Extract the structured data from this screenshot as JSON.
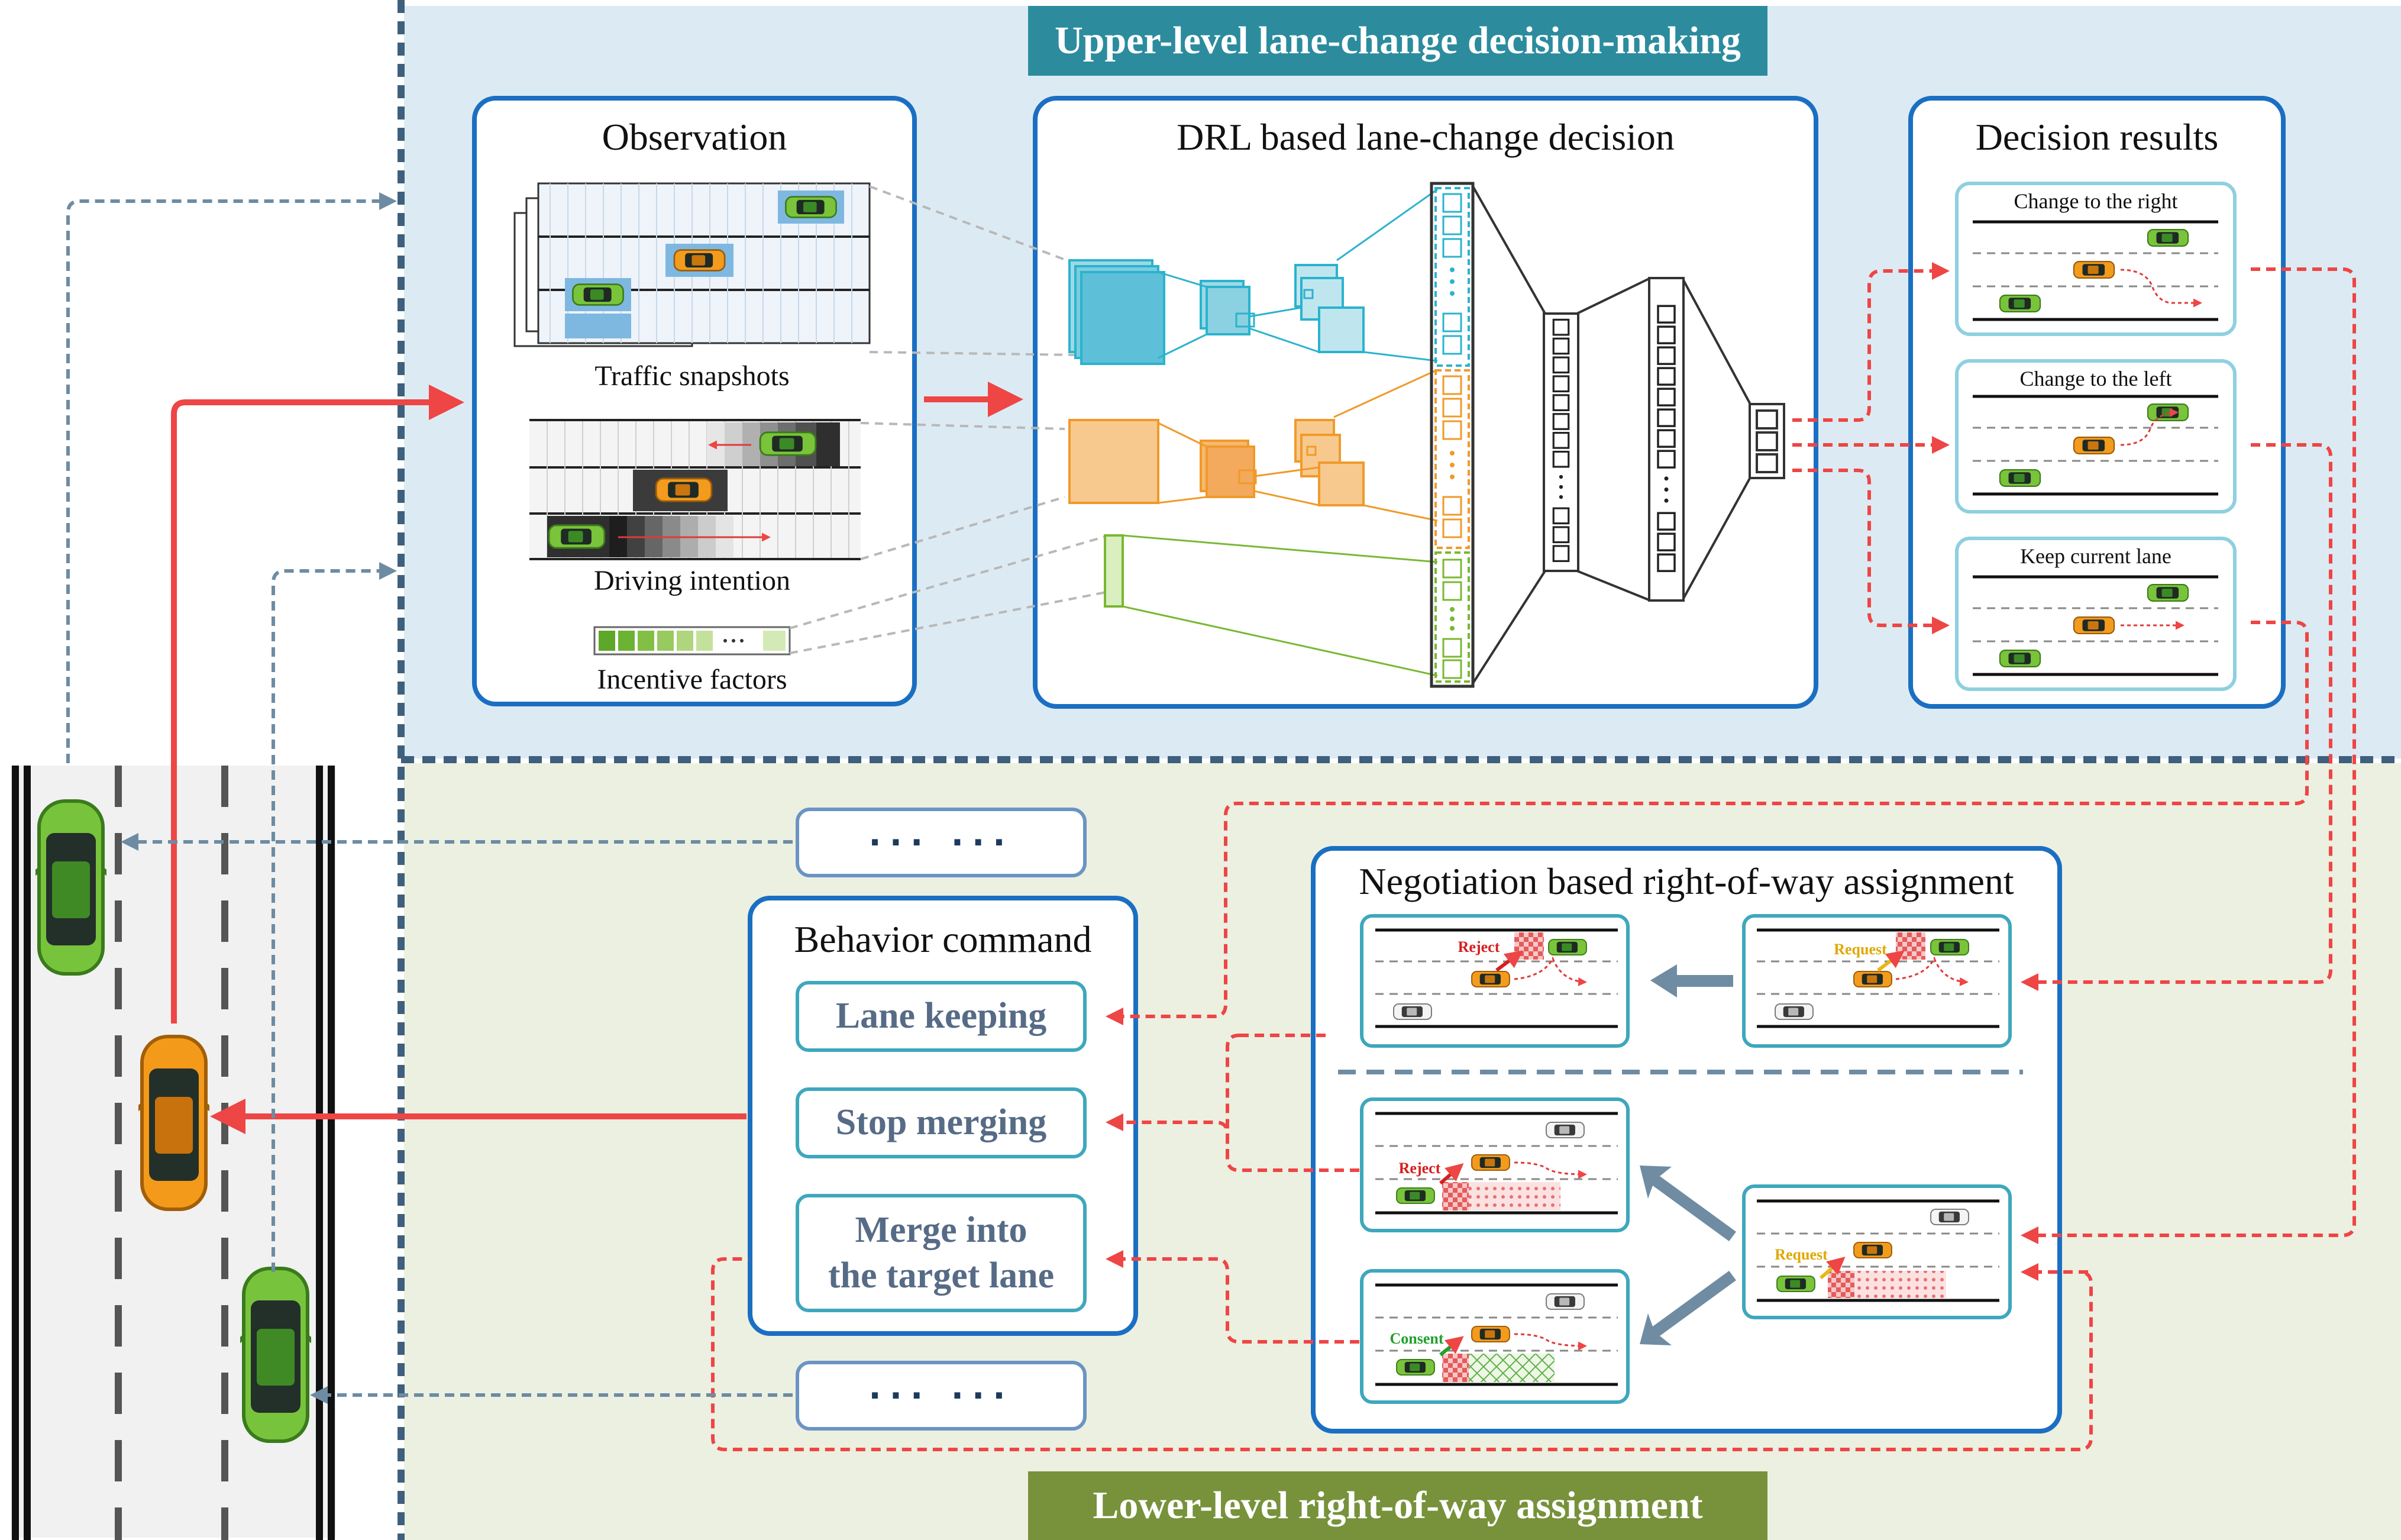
{
  "upper_banner": "Upper-level lane-change decision-making",
  "lower_banner": "Lower-level right-of-way assignment",
  "observation": {
    "title": "Observation",
    "traffic_snapshots": "Traffic snapshots",
    "driving_intention": "Driving intention",
    "incentive_factors": "Incentive factors"
  },
  "drl": {
    "title": "DRL based lane-change decision"
  },
  "decision": {
    "title": "Decision results",
    "change_right": "Change to the right",
    "change_left": "Change to the left",
    "keep_lane": "Keep current lane"
  },
  "negotiation": {
    "title": "Negotiation based right-of-way assignment",
    "reject": "Reject",
    "request": "Request",
    "consent": "Consent"
  },
  "behavior": {
    "title": "Behavior command",
    "lane_keeping": "Lane keeping",
    "stop_merging": "Stop merging",
    "merge_line1": "Merge into",
    "merge_line2": "the target lane"
  },
  "ellipsis": "···   ···",
  "colors": {
    "upper_bg": "#dcebf3",
    "lower_bg": "#ecf0e0",
    "upper_banner": "#2c8c9e",
    "lower_banner": "#77923b",
    "panel_border": "#1b6fc2",
    "red_arrow": "#ee4545",
    "blue_dashed": "#6d8ca3",
    "cyan": "#2bb3cd",
    "orange": "#f09a2a",
    "green": "#79b832"
  }
}
